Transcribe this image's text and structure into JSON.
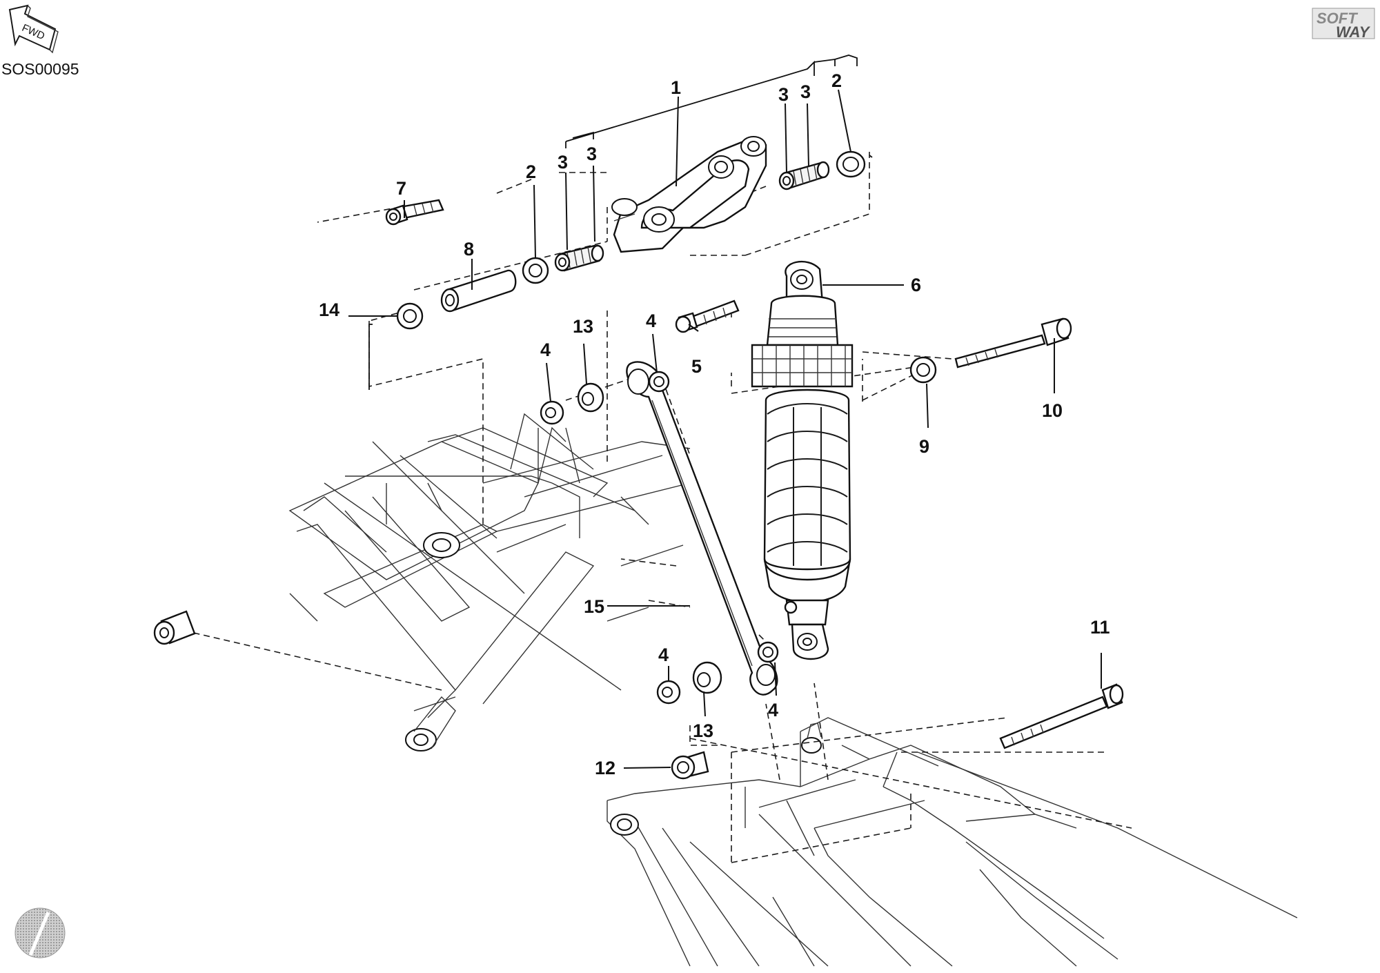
{
  "diagram": {
    "code": "SOS00095",
    "fwd_label": "FWD",
    "logo": {
      "line1": "SOFT",
      "line2": "WAY"
    },
    "callouts": [
      {
        "id": "c1",
        "label": "1"
      },
      {
        "id": "c2a",
        "label": "2"
      },
      {
        "id": "c2b",
        "label": "2"
      },
      {
        "id": "c3a",
        "label": "3"
      },
      {
        "id": "c3b",
        "label": "3"
      },
      {
        "id": "c3c",
        "label": "3"
      },
      {
        "id": "c3d",
        "label": "3"
      },
      {
        "id": "c4a",
        "label": "4"
      },
      {
        "id": "c4b",
        "label": "4"
      },
      {
        "id": "c4c",
        "label": "4"
      },
      {
        "id": "c4d",
        "label": "4"
      },
      {
        "id": "c5",
        "label": "5"
      },
      {
        "id": "c6",
        "label": "6"
      },
      {
        "id": "c7",
        "label": "7"
      },
      {
        "id": "c8",
        "label": "8"
      },
      {
        "id": "c9",
        "label": "9"
      },
      {
        "id": "c10",
        "label": "10"
      },
      {
        "id": "c11",
        "label": "11"
      },
      {
        "id": "c12",
        "label": "12"
      },
      {
        "id": "c13a",
        "label": "13"
      },
      {
        "id": "c13b",
        "label": "13"
      },
      {
        "id": "c14",
        "label": "14"
      },
      {
        "id": "c15",
        "label": "15"
      }
    ]
  }
}
